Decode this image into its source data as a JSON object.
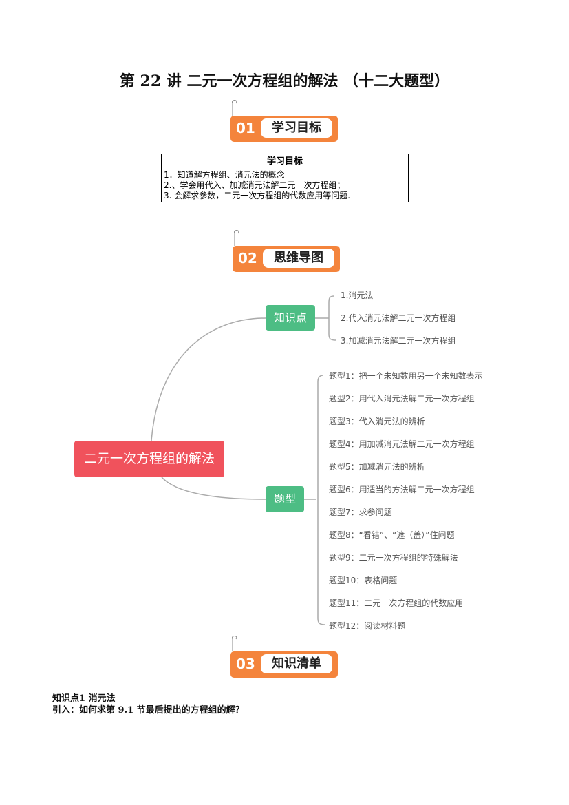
{
  "title": "第 22 讲  二元一次方程组的解法  （十二大题型）",
  "sections": [
    {
      "num": "01",
      "label": "学习目标"
    },
    {
      "num": "02",
      "label": "思维导图"
    },
    {
      "num": "03",
      "label": "知识清单"
    }
  ],
  "goals": {
    "header": "学习目标",
    "items": [
      "1．知道解方程组、消元法的概念",
      "2.、学会用代入、加减消元法解二元一次方程组；",
      "3. 会解求参数，二元一次方程组的代数应用等问题."
    ]
  },
  "mindmap": {
    "root": "二元一次方程组的解法",
    "branches": [
      {
        "label": "知识点",
        "items": [
          "1.消元法",
          "2.代入消元法解二元一次方程组",
          "3.加减消元法解二元一次方程组"
        ]
      },
      {
        "label": "题型",
        "items": [
          "题型1：把一个未知数用另一个未知数表示",
          "题型2：用代入消元法解二元一次方程组",
          "题型3：代入消元法的辨析",
          "题型4：用加减消元法解二元一次方程组",
          "题型5：加减消元法的辨析",
          "题型6：用适当的方法解二元一次方程组",
          "题型7：求参问题",
          "题型8：“看错”、“遮（盖）”住问题",
          "题型9：二元一次方程组的特殊解法",
          "题型10：表格问题",
          "题型11：二元一次方程组的代数应用",
          "题型12：阅读材料题"
        ]
      }
    ]
  },
  "knowledge": {
    "heading": "知识点1  消元法",
    "intro": "引入：如何求第 9.1 节最后提出的方程组的解？"
  },
  "colors": {
    "orange": "#f4843c",
    "green": "#4dbd84",
    "red": "#f0525c"
  }
}
